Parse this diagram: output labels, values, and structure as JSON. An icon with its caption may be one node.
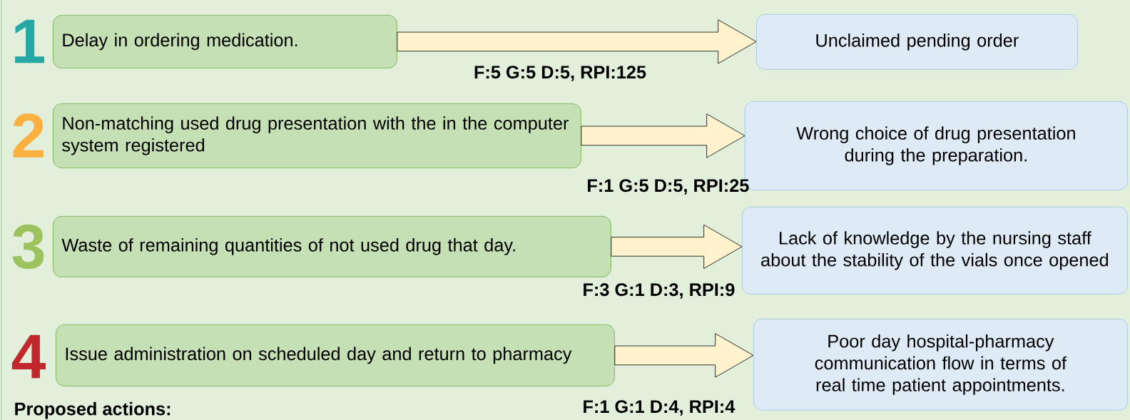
{
  "diagram": {
    "nodes": [
      {
        "text": [
          "Delay in ordering medication."
        ]
      },
      {
        "text": [
          "Unclaimed pending order"
        ]
      },
      {
        "text": [
          "Non-matching used drug presentation with the in the computer system registered"
        ]
      },
      {
        "text": [
          "Wrong choice of drug presentation during the preparation."
        ]
      },
      {
        "text": [
          "Waste of remaining quantities of not used drug that day."
        ]
      },
      {
        "text": [
          "Lack of knowledge by the nursing staff about the stability of the vials once opened"
        ]
      },
      {
        "text": [
          "Issue administration on scheduled day and return to pharmacy"
        ]
      },
      {
        "text": [
          "Poor day hospital-pharmacy communication flow in terms of real time patient appointments."
        ]
      }
    ],
    "edges": [
      {
        "from": 0,
        "to": 1,
        "arrow": "to",
        "label": "F:5 G:5 D:5, RPI:125"
      },
      {
        "from": 2,
        "to": 3,
        "arrow": "to",
        "label": "F:1 G:5 D:5, RPI:25"
      },
      {
        "from": 4,
        "to": 5,
        "arrow": "to",
        "label": "F:3 G:1 D:3, RPI:9"
      },
      {
        "from": 6,
        "to": 7,
        "arrow": "to",
        "label": "F:1 G:1 D:4, RPI:4"
      }
    ],
    "labels": [
      "1",
      "2",
      "3",
      "4",
      "Proposed actions:"
    ]
  }
}
